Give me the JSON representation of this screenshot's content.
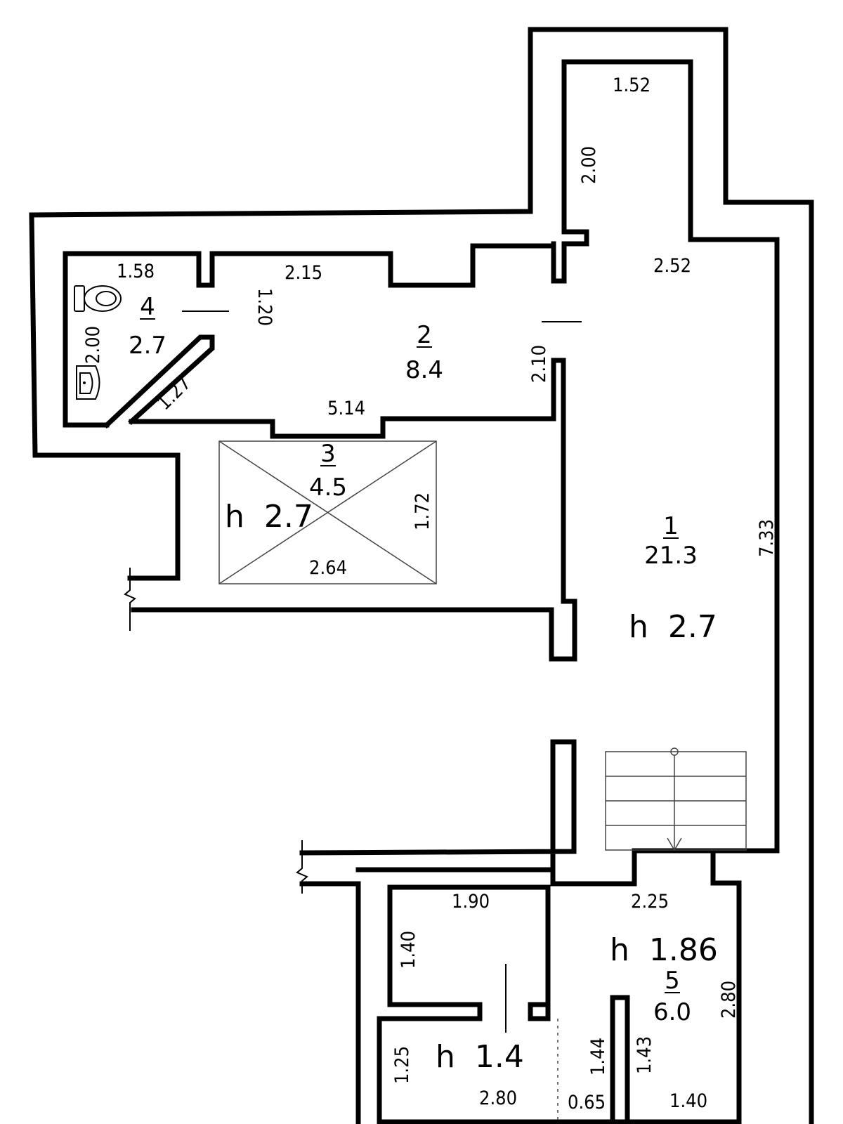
{
  "rooms": [
    {
      "number": "1",
      "area": "21.3"
    },
    {
      "number": "2",
      "area": "8.4"
    },
    {
      "number": "3",
      "area": "4.5"
    },
    {
      "number": "4",
      "area": "2.7"
    },
    {
      "number": "5",
      "area": "6.0"
    }
  ],
  "heights": {
    "room1": "h  2.7",
    "room3": "h  2.7",
    "room5": "h  1.86",
    "storage": "h  1.4"
  },
  "dimensions": {
    "d_1_52": "1.52",
    "d_2_00_corridor": "2.00",
    "d_2_52": "2.52",
    "d_7_33": "7.33",
    "d_1_58": "1.58",
    "d_2_15": "2.15",
    "d_1_20": "1.20",
    "d_2_00_wc": "2.00",
    "d_2_10": "2.10",
    "d_1_27": "1.27",
    "d_5_14": "5.14",
    "d_1_72": "1.72",
    "d_2_64": "2.64",
    "d_1_90": "1.90",
    "d_1_40_v": "1.40",
    "d_2_25": "2.25",
    "d_2_80_v": "2.80",
    "d_1_25": "1.25",
    "d_2_80_h": "2.80",
    "d_1_44": "1.44",
    "d_1_43": "1.43",
    "d_0_65": "0.65",
    "d_1_40_h": "1.40"
  },
  "icons": [
    "toilet-icon",
    "sink-icon",
    "stair-arrow-icon"
  ]
}
